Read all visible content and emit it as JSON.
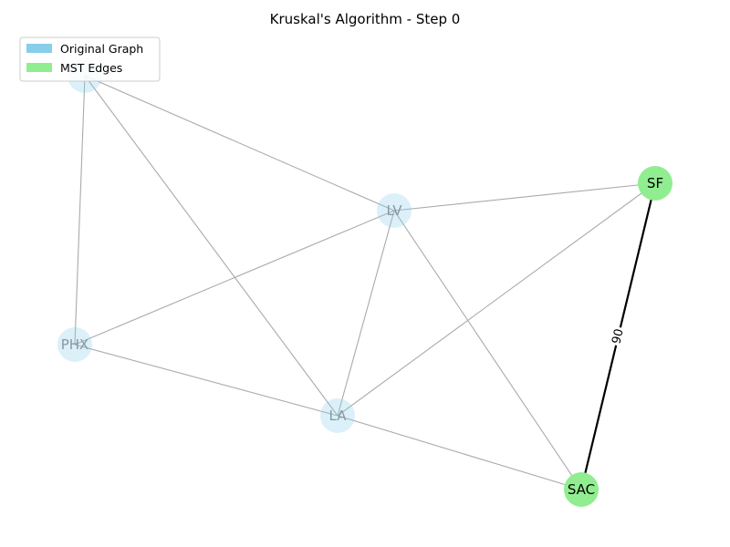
{
  "title": "Kruskal's Algorithm - Step 0",
  "legend": {
    "items": [
      {
        "label": "Original Graph",
        "color": "#87ceeb"
      },
      {
        "label": "MST Edges",
        "color": "#90ee90"
      }
    ]
  },
  "colors": {
    "original_node": "#87ceeb",
    "mst_node": "#90ee90",
    "original_edge": "#aaaaaa",
    "mst_edge": "#000000",
    "faded_label": "#8899a0"
  },
  "nodes": [
    {
      "id": "top-left",
      "label": "",
      "status": "original"
    },
    {
      "id": "LV",
      "label": "LV",
      "status": "original"
    },
    {
      "id": "PHX",
      "label": "PHX",
      "status": "original"
    },
    {
      "id": "LA",
      "label": "LA",
      "status": "original"
    },
    {
      "id": "SF",
      "label": "SF",
      "status": "mst"
    },
    {
      "id": "SAC",
      "label": "SAC",
      "status": "mst"
    }
  ],
  "edges": [
    {
      "from": "top-left",
      "to": "LV",
      "status": "original"
    },
    {
      "from": "top-left",
      "to": "PHX",
      "status": "original"
    },
    {
      "from": "top-left",
      "to": "LA",
      "status": "original"
    },
    {
      "from": "LV",
      "to": "SF",
      "status": "original"
    },
    {
      "from": "LV",
      "to": "PHX",
      "status": "original"
    },
    {
      "from": "LV",
      "to": "LA",
      "status": "original"
    },
    {
      "from": "LV",
      "to": "SAC",
      "status": "original"
    },
    {
      "from": "SF",
      "to": "LA",
      "status": "original"
    },
    {
      "from": "PHX",
      "to": "LA",
      "status": "original"
    },
    {
      "from": "LA",
      "to": "SAC",
      "status": "original"
    },
    {
      "from": "SF",
      "to": "SAC",
      "status": "mst",
      "weight": "90"
    }
  ]
}
